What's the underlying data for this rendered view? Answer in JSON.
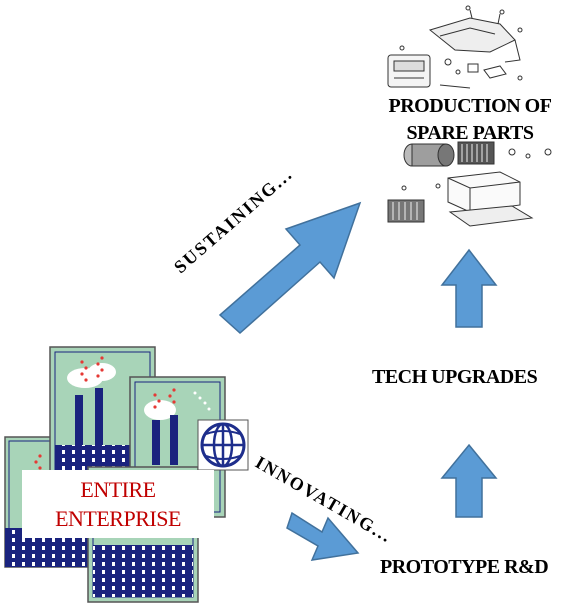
{
  "diagram": {
    "nodes": {
      "production": {
        "line1": "PRODUCTION OF",
        "line2": "SPARE PARTS"
      },
      "tech_upgrades": {
        "label": "TECH UPGRADES"
      },
      "prototype": {
        "label": "PROTOTYPE R&D"
      },
      "enterprise": {
        "line1": "ENTIRE",
        "line2": "ENTERPRISE"
      }
    },
    "edges": {
      "sustaining": {
        "label": "SUSTAINING..."
      },
      "innovating": {
        "label": "INNOVATING..."
      }
    }
  },
  "colors": {
    "arrow_fill": "#5b9bd5",
    "arrow_stroke": "#41719c",
    "enterprise_text": "#c00000",
    "factory_bg": "#a8d4b8",
    "factory_dark": "#1a237e",
    "smoke_dots": "#e53935",
    "globe": "#1e2e8c"
  },
  "icons": [
    "factory-icon",
    "globe-icon",
    "spare-parts-illustration"
  ]
}
